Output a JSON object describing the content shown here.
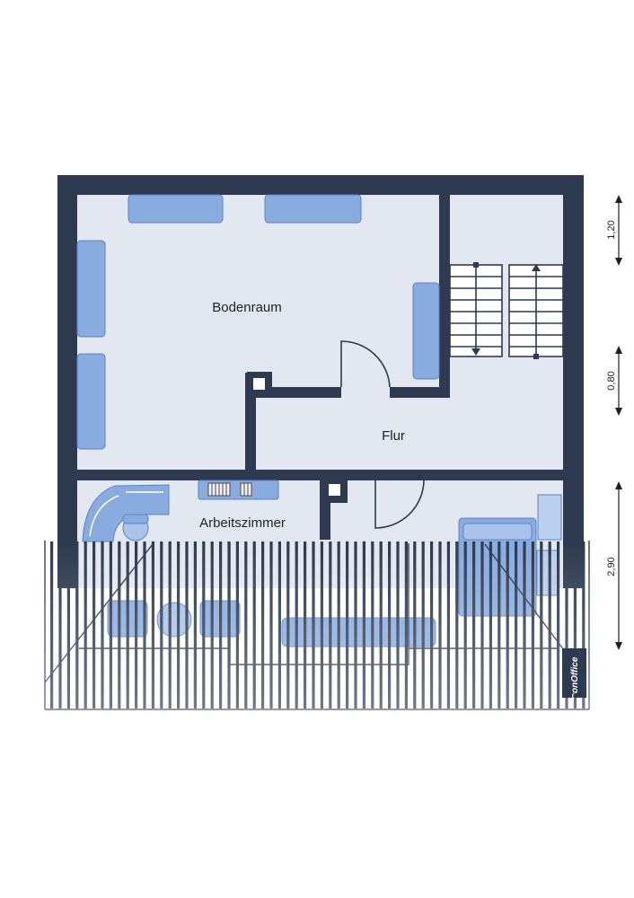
{
  "rooms": {
    "bodenraum": "Bodenraum",
    "flur": "Flur",
    "arbeitszimmer": "Arbeitszimmer"
  },
  "dimensions": {
    "top": "1,20",
    "middle": "0,80",
    "bottom": "2,90"
  },
  "logo": {
    "text": "onOffice"
  },
  "colors": {
    "wall": "#2e3a4f",
    "floor": "#e3e7ef",
    "furniture": "#88ace0",
    "furniture_edge": "#5d83c0",
    "roof_stripe": "#2e3a4f"
  }
}
